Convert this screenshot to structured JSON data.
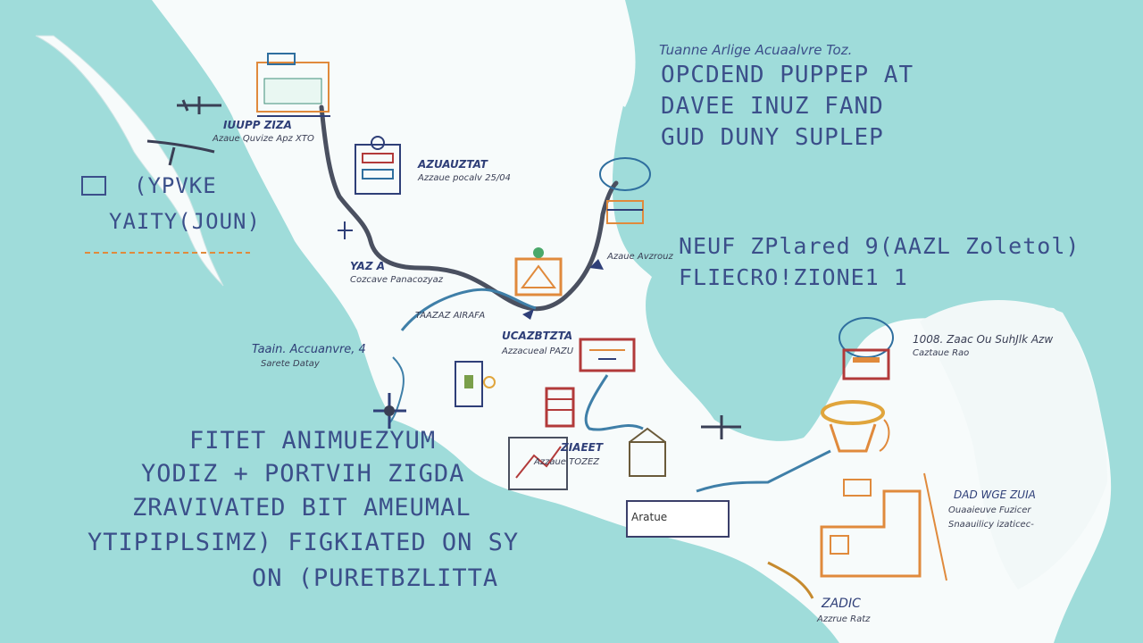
{
  "map": {
    "colors": {
      "ocean": "#9fdcda",
      "land": "#f7fbfb",
      "route": "#4a5060",
      "route_alt": "#3f7fa8",
      "text": "#3b4f8a",
      "orange": "#e08a3c"
    },
    "labels": {
      "top_right": {
        "line1": "Tuanne Arlige Αcuaalvre Toz.",
        "line2": "OPCDEND PUPPEP AT",
        "line3": "DAVEE INUZ FAND",
        "line4": "GUD DUNY SUPLEP"
      },
      "right_mid": {
        "line1": "NEUF ZPlared 9(AAZL Zoletol)",
        "line2": "FLIECRO!ZIONE1 1"
      },
      "left_top": {
        "line1": "(YPVKE",
        "line2": "YAITY(JOUN)"
      },
      "left_bottom": {
        "line1": "FITET ANIMUEZYUM",
        "line2": "YODIZ + PORTVIH ZIGDA",
        "line3": "ZRAVIVATED BIT AMEUMAL",
        "line4": "YTIPIPLSIMZ) FIGKIATED ON SY",
        "line5": "ON (PURETBZLITTA"
      },
      "small": {
        "upper_city": "IUUPP ZIZA",
        "upper_city_sub": "Azaue Quvize Apz XTO",
        "center_top": "AZUAUZTAT",
        "center_top_sub": "Azzaue pocalv 25/04",
        "center_left": "YAZ A",
        "center_left_sub": "Cozcave Panacozyaz",
        "center_mid": "TAAZAZ AIRAFA",
        "west": "Taain. Accuanvre, 4",
        "west_sub": "Sarete Datay",
        "mid_south": "UCAZBTZTA",
        "mid_south_sub": "Azzacueal PAZU",
        "south_center": "ZIAEET",
        "south_center_sub": "Azzaue TOZEZ",
        "right_top_small": "Azaue Avzrouz",
        "east": "1008. Zaac Ou SuhJlk Azw",
        "east_sub": "Caztaue Rao",
        "southeast": "DAD WGE ZUIA",
        "southeast_sub1": "Ouaaieuve Fuzicer",
        "southeast_sub2": "Snaauilicy izaticec-",
        "bottom": "ZADIC",
        "bottom_sub": "Azzrue Ratz",
        "box_label": "Aratue"
      }
    },
    "icon_names": [
      "airplane-icon",
      "compass-icon",
      "truck-icon",
      "machinery-icon",
      "warehouse-icon",
      "factory-icon",
      "crane-icon",
      "package-icon",
      "signpost-icon",
      "globe-icon",
      "hot-air-balloon-icon",
      "storage-tank-icon"
    ]
  }
}
